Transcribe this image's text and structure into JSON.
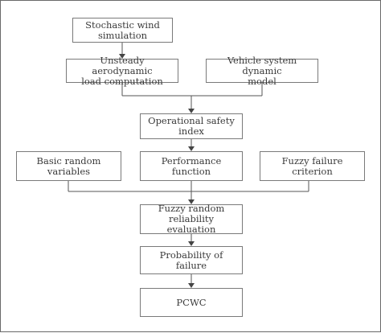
{
  "diagram": {
    "nodes": {
      "wind": "Stochastic wind\nsimulation",
      "aero": "Unsteady aerodynamic\nload computation",
      "vehicle": "Vehicle system dynamic\nmodel",
      "safety": "Operational safety index",
      "random_vars": "Basic random variables",
      "performance": "Performance function",
      "fuzzy_criterion": "Fuzzy failure criterion",
      "reliability": "Fuzzy random reliability\nevaluation",
      "failure": "Probability of failure",
      "pcwc": "PCWC"
    },
    "edges": [
      [
        "wind",
        "aero"
      ],
      [
        "aero",
        "safety"
      ],
      [
        "vehicle",
        "safety"
      ],
      [
        "safety",
        "performance"
      ],
      [
        "random_vars",
        "reliability"
      ],
      [
        "performance",
        "reliability"
      ],
      [
        "fuzzy_criterion",
        "reliability"
      ],
      [
        "reliability",
        "failure"
      ],
      [
        "failure",
        "pcwc"
      ]
    ]
  }
}
